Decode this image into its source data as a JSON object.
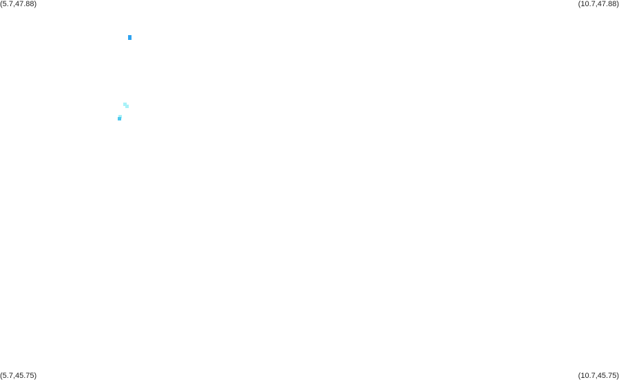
{
  "corners": {
    "top_left": "(5.7,47.88)",
    "top_right": "(10.7,47.88)",
    "bottom_left": "(5.7,45.75)",
    "bottom_right": "(10.7,45.75)"
  },
  "extent": {
    "lon_min": 5.7,
    "lon_max": 10.7,
    "lat_min": 45.75,
    "lat_max": 47.88
  },
  "colors": {
    "background": "#ffffff",
    "label": "#222222"
  },
  "pixels": [
    {
      "lon": 6.749,
      "lat": 47.673,
      "color": "#2fa3f0"
    },
    {
      "lon": 6.749,
      "lat": 47.665,
      "color": "#2fa3f0"
    },
    {
      "lon": 6.709,
      "lat": 47.297,
      "color": "#a8f2f8"
    },
    {
      "lon": 6.725,
      "lat": 47.285,
      "color": "#a8f2f8"
    },
    {
      "lon": 6.669,
      "lat": 47.227,
      "color": "#a8f2f8"
    },
    {
      "lon": 6.664,
      "lat": 47.215,
      "color": "#4fc8ee"
    }
  ]
}
